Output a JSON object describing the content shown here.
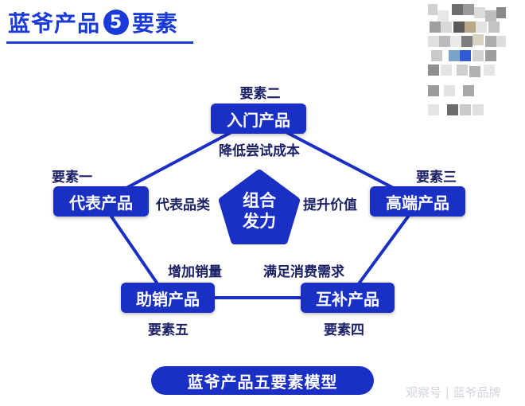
{
  "title": {
    "prefix": "蓝爷产品",
    "number": "5",
    "suffix": "要素"
  },
  "nodes": {
    "top": {
      "element": "要素二",
      "name": "入门产品",
      "desc": "降低尝试成本"
    },
    "left": {
      "element": "要素一",
      "name": "代表产品",
      "desc": "代表品类"
    },
    "right": {
      "element": "要素三",
      "name": "高端产品",
      "desc": "提升价值"
    },
    "bottom_left": {
      "element": "要素五",
      "name": "助销产品",
      "desc": "增加销量"
    },
    "bottom_right": {
      "element": "要素四",
      "name": "互补产品",
      "desc": "满足消费需求"
    }
  },
  "center": {
    "line1": "组合",
    "line2": "发力"
  },
  "footer": {
    "caption": "蓝爷产品五要素模型"
  },
  "watermark": {
    "text": "观察号 | 蓝爷品牌"
  },
  "colors": {
    "primary": "#1a2fc4",
    "title": "#1a3bd9",
    "label": "#1a1f66"
  }
}
